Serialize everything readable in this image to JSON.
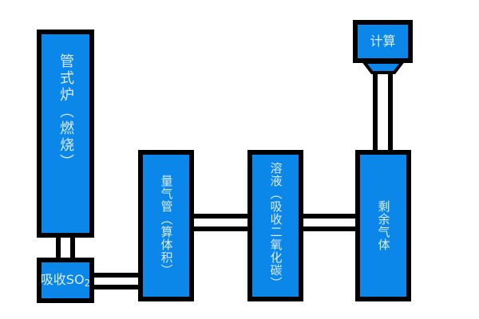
{
  "colors": {
    "background": "#ffffff",
    "box_fill": "#0b86e9",
    "box_border": "#000000",
    "connector": "#000000",
    "label_text": "#d9ecfb"
  },
  "nodes": {
    "tube_furnace": {
      "label": "管式炉（燃烧）"
    },
    "absorb_so2": {
      "label_main": "吸收SO",
      "label_sub": "2"
    },
    "gas_measuring_tube": {
      "label": "量气管（算体积）"
    },
    "co2_absorb_solution": {
      "label": "溶液（吸收二氧化碳）"
    },
    "remaining_gas": {
      "label": "剩余气体"
    },
    "calculate": {
      "label": "计算"
    }
  },
  "icons": {
    "monitor_stand": "monitor-stand-icon"
  }
}
